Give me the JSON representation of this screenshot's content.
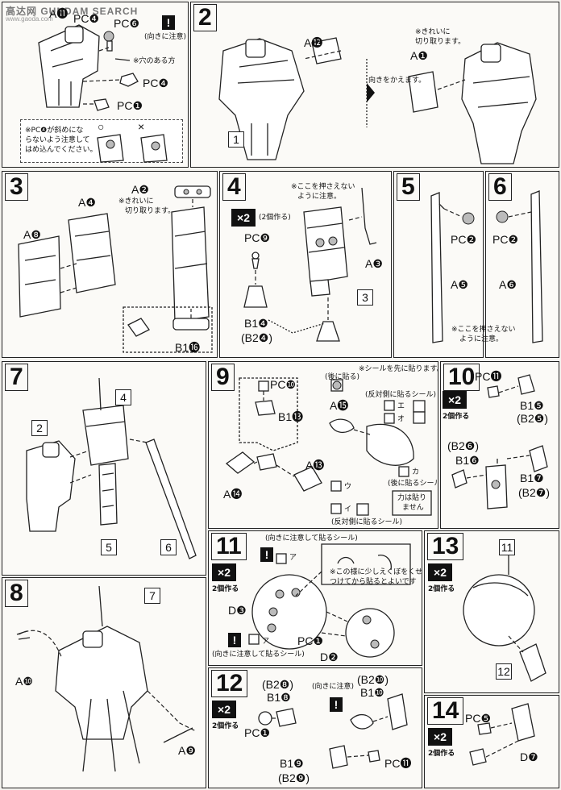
{
  "watermark": {
    "brand": "高达网 GUNDAM SEARCH",
    "url": "www.gaoda.com"
  },
  "labels": {
    "PC": "PC",
    "A": "A",
    "B1": "B1",
    "B2": "B2",
    "D": "D"
  },
  "step1": {
    "parts": [
      "PC❹",
      "PC❻",
      "PC❹",
      "PC❶",
      "A⓫"
    ],
    "note_dir": "(向きに注意)",
    "note_hole": "※穴のある方",
    "hint": [
      "※PC❹が斜めにな",
      "らないよう注意して",
      "はめ込んでください。"
    ],
    "ok": "○",
    "ng": "×"
  },
  "step2": {
    "num": "2",
    "parts": [
      "A⓬",
      "A❶"
    ],
    "note_cut": [
      "※きれいに",
      "切り取ります。"
    ],
    "note_turn": "向きをかえます。",
    "ref": "1"
  },
  "step3": {
    "num": "3",
    "parts": [
      "A❹",
      "A❽",
      "A❷",
      "B1⓰"
    ],
    "note_cut": [
      "※きれいに",
      "切り取ります。"
    ]
  },
  "step4": {
    "num": "4",
    "mult": "×2",
    "mult_sub": "(2個作る)",
    "parts": [
      "PC❾",
      "A❸",
      "B1❹",
      "(B2❹)"
    ],
    "note_hold": [
      "※ここを押さえない",
      "ように注意。"
    ],
    "ref": "3"
  },
  "step5": {
    "num": "5",
    "parts": [
      "PC❷",
      "A❺"
    ]
  },
  "step6": {
    "num": "6",
    "parts": [
      "PC❷",
      "A❻"
    ],
    "note_hold": [
      "※ここを押さえない",
      "ように注意。"
    ]
  },
  "step7": {
    "num": "7",
    "refs": [
      "4",
      "2",
      "5",
      "6"
    ]
  },
  "step8": {
    "num": "8",
    "refs": [
      "7"
    ],
    "parts": [
      "A❿",
      "A❾"
    ]
  },
  "step9": {
    "num": "9",
    "parts": [
      "PC❿",
      "B1⓭",
      "A⓭",
      "A⓮",
      "A⓯"
    ],
    "note_seal_first": "※シールを先に貼ります。",
    "note_back": "(後に貼る)",
    "note_reverse": "(反対側に貼るシール)",
    "note_back_seal": "(後に貼るシール)",
    "stickers": [
      "エ",
      "オ",
      "ウ",
      "カ",
      "イ"
    ],
    "note_no_stick": [
      "力は貼り",
      "ません"
    ]
  },
  "step10": {
    "num": "10",
    "mult": "×2",
    "mult_sub": "2個作る",
    "parts": [
      "PC⓫",
      "B1❺",
      "(B2❺)",
      "(B2❻)",
      "B1❻",
      "B1❼",
      "(B2❼)"
    ]
  },
  "step11": {
    "num": "11",
    "mult": "×2",
    "mult_sub": "2個作る",
    "parts": [
      "D❸",
      "PC❶",
      "D❷"
    ],
    "note_dir_seal": "(向きに注意して貼るシール)",
    "sticker": "ア",
    "hint": [
      "※この様に少しえくぼをくせを",
      "つけてから貼るとよいです"
    ]
  },
  "step12": {
    "num": "12",
    "mult": "×2",
    "mult_sub": "2個作る",
    "parts": [
      "(B2❽)",
      "B1❽",
      "PC❶",
      "(B2❿)",
      "B1❿",
      "B1❾",
      "(B2❾)",
      "PC⓫"
    ],
    "note_dir": "(向きに注意)"
  },
  "step13": {
    "num": "13",
    "mult": "×2",
    "mult_sub": "2個作る",
    "refs": [
      "11",
      "12"
    ]
  },
  "step14": {
    "num": "14",
    "mult": "×2",
    "mult_sub": "2個作る",
    "parts": [
      "PC❺",
      "D❼"
    ]
  }
}
